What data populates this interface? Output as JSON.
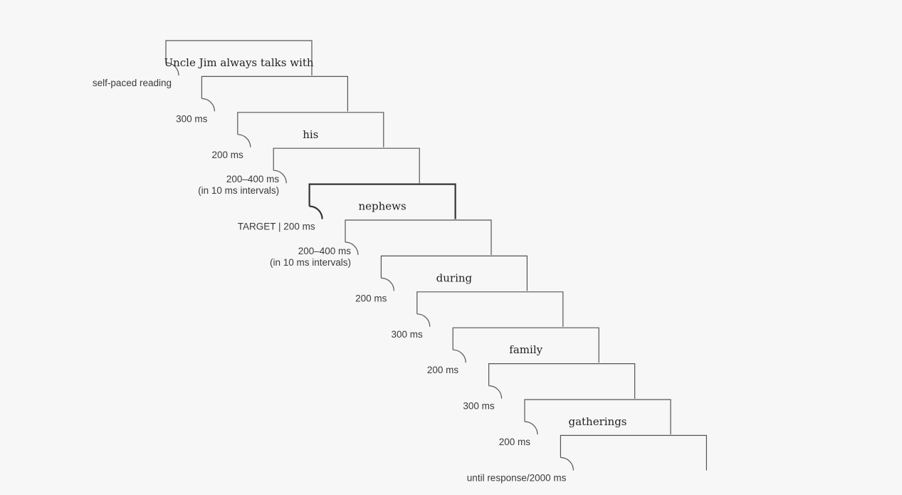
{
  "frames": [
    {
      "word": "Uncle Jim always talks with",
      "duration": [
        "self-paced reading"
      ],
      "target": false
    },
    {
      "word": "",
      "duration": [
        "300 ms"
      ],
      "target": false
    },
    {
      "word": "his",
      "duration": [
        "200 ms"
      ],
      "target": false
    },
    {
      "word": "",
      "duration": [
        "200–400 ms",
        "(in 10 ms intervals)"
      ],
      "target": false
    },
    {
      "word": "nephews",
      "duration": [
        "TARGET | 200 ms"
      ],
      "target": true
    },
    {
      "word": "",
      "duration": [
        "200–400 ms",
        "(in 10 ms intervals)"
      ],
      "target": false
    },
    {
      "word": "during",
      "duration": [
        "200 ms"
      ],
      "target": false
    },
    {
      "word": "",
      "duration": [
        "300 ms"
      ],
      "target": false
    },
    {
      "word": "family",
      "duration": [
        "200 ms"
      ],
      "target": false
    },
    {
      "word": "",
      "duration": [
        "300 ms"
      ],
      "target": false
    },
    {
      "word": "gatherings",
      "duration": [
        "200 ms"
      ],
      "target": false
    },
    {
      "word": "",
      "duration": [
        "until response/2000 ms"
      ],
      "target": false
    }
  ],
  "colors": {
    "background": "#f7f7f7",
    "line": "#555555",
    "target_line": "#333333"
  }
}
